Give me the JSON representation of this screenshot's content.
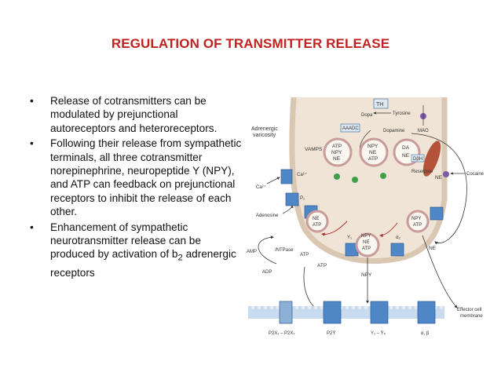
{
  "title": "REGULATION OF TRANSMITTER RELEASE",
  "bullets": [
    {
      "pre": "Release  of  cotransmitters can be modulated by prejunctional autoreceptors and heteroreceptors.",
      "sub": "",
      "post": ""
    },
    {
      "pre": "Following their release from sympathetic terminals, all three cotransmitter norepinephrine, neuropeptide Y (NPY), and ATP can feedback on prejunctional receptors to inhibit the release of each other.",
      "sub": "",
      "post": ""
    },
    {
      "pre": "Enhancement of sympathetic neurotransmitter release can be produced by activation of b",
      "sub": "2",
      "post": " adrenergic receptors"
    }
  ],
  "diagram": {
    "labels": {
      "varicosity": [
        "Adrenergic",
        "varicosity"
      ],
      "th": "TH",
      "dopa": "Dopa",
      "tyrosine": "Tyrosine",
      "aaadc": "AAADC",
      "dopamine": "Dopamine",
      "mao": "MAO",
      "vamps": "VAMPS",
      "v1": [
        "ATP",
        "NPY",
        "NE"
      ],
      "v2": [
        "NPY",
        "NE",
        "ATP"
      ],
      "v3": [
        "DA",
        "NE"
      ],
      "dbh": "DβH",
      "reserpine": "Reserpine",
      "ne_right": "NE",
      "cocaine": "Cocaine",
      "ca_ext": "Ca²⁺",
      "ca_int": "Ca²⁺",
      "adenosine": "Adenosine",
      "p1": "P₁",
      "ntpase": "/NTPase",
      "amp": "AMP",
      "adp": "ADP",
      "atp_left": "ATP",
      "ne_small": "NE",
      "atp_small": "ATP",
      "npy_small": "NPY",
      "y1": "Y₁",
      "alpha2": "α₂",
      "npy_bottom_v": "NPY",
      "npy_bottom": "NPY",
      "ne_bottom": "NE",
      "atp_bottom": "ATP",
      "effector": [
        "Effector cell",
        "membrane"
      ],
      "r_p2x": "P2X₁ – P2X₇",
      "r_p2y": "P2Y",
      "r_y": "Y₁ – Y₅",
      "r_ab": "α, β"
    }
  }
}
